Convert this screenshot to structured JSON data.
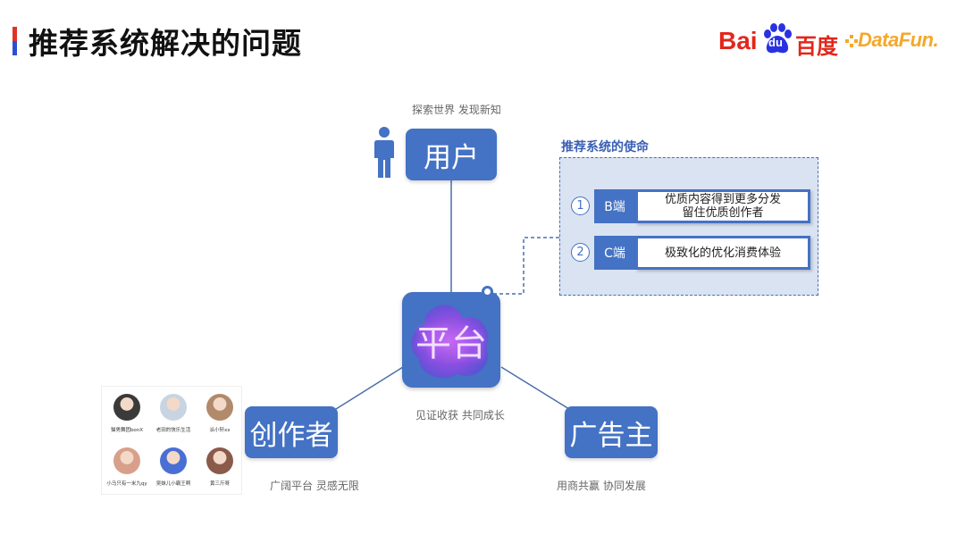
{
  "header": {
    "title": "推荐系统解决的问题",
    "logos": {
      "baidu_latin": "Bai",
      "baidu_du": "du",
      "baidu_cn": "百度",
      "datafun": "DataFun."
    },
    "accent_red": "#e0322c",
    "accent_blue": "#2c4fd1"
  },
  "diagram": {
    "node_color": "#4472c4",
    "user": {
      "label": "用户",
      "caption": "探索世界 发现新知",
      "icon": "person-icon"
    },
    "platform": {
      "label": "平台",
      "caption": "见证收获 共同成长"
    },
    "creator": {
      "label": "创作者",
      "caption": "广阔平台 灵感无限"
    },
    "advertiser": {
      "label": "广告主",
      "caption": "用商共赢 协同发展"
    }
  },
  "mission": {
    "title": "推荐系统的使命",
    "items": [
      {
        "num": "1",
        "segment": "B端",
        "text_lines": [
          "优质内容得到更多分发",
          "留住优质创作者"
        ]
      },
      {
        "num": "2",
        "segment": "C端",
        "text_lines": [
          "极致化的优化消费体验"
        ]
      }
    ]
  },
  "creators": [
    {
      "name": "猫男舞团bonX",
      "color": "#3a3a3a"
    },
    {
      "name": "老田的快乐生活",
      "color": "#c9d4e2"
    },
    {
      "name": "派小轩xx",
      "color": "#b08a6a"
    },
    {
      "name": "小马只有一米九qy",
      "color": "#d8a08a"
    },
    {
      "name": "吴妹儿小霸王啊",
      "color": "#4a6fd4"
    },
    {
      "name": "黄三斤呀",
      "color": "#8a5a4a"
    }
  ]
}
